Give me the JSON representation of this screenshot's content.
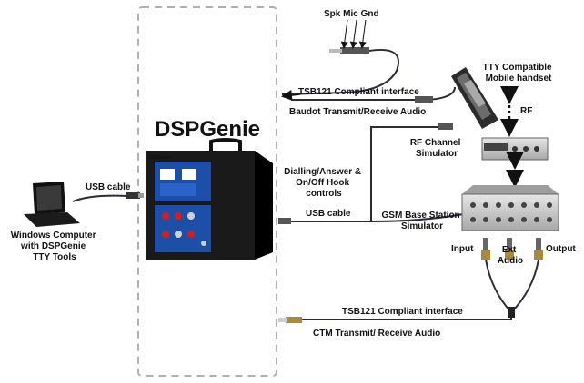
{
  "labels": {
    "device_title": "DSPGenie",
    "device_badge": "DSPGenie",
    "windows_computer": [
      "Windows Computer",
      "with DSPGenie",
      "TTY Tools"
    ],
    "usb_cable_left": "USB cable",
    "usb_cable_right": "USB cable",
    "spk_mic_gnd": "Spk Mic Gnd",
    "tsb121_top": "TSB121 Compliant interface",
    "baudot": "Baudot Transmit/Receive Audio",
    "tty_mobile": [
      "TTY Compatible",
      "Mobile handset"
    ],
    "rf": "RF",
    "rf_channel": [
      "RF Channel",
      "Simulator"
    ],
    "dialling": [
      "Dialling/Answer &",
      "On/Off Hook",
      "controls"
    ],
    "gsm_base": [
      "GSM Base Station",
      "Simulator"
    ],
    "input": "Input",
    "ext_audio": [
      "Ext",
      "Audio"
    ],
    "output": "Output",
    "tsb121_bottom": "TSB121 Compliant interface",
    "ctm": "CTM Transmit/ Receive Audio"
  },
  "colors": {
    "cable": "#2a2a3a",
    "device_face": "#1d4fa8",
    "dashed_box": "#b0b0b0"
  },
  "icons": [
    "laptop-icon",
    "mobile-phone-icon",
    "audio-jack-icon",
    "rf-simulator-icon",
    "gsm-base-station-icon"
  ]
}
